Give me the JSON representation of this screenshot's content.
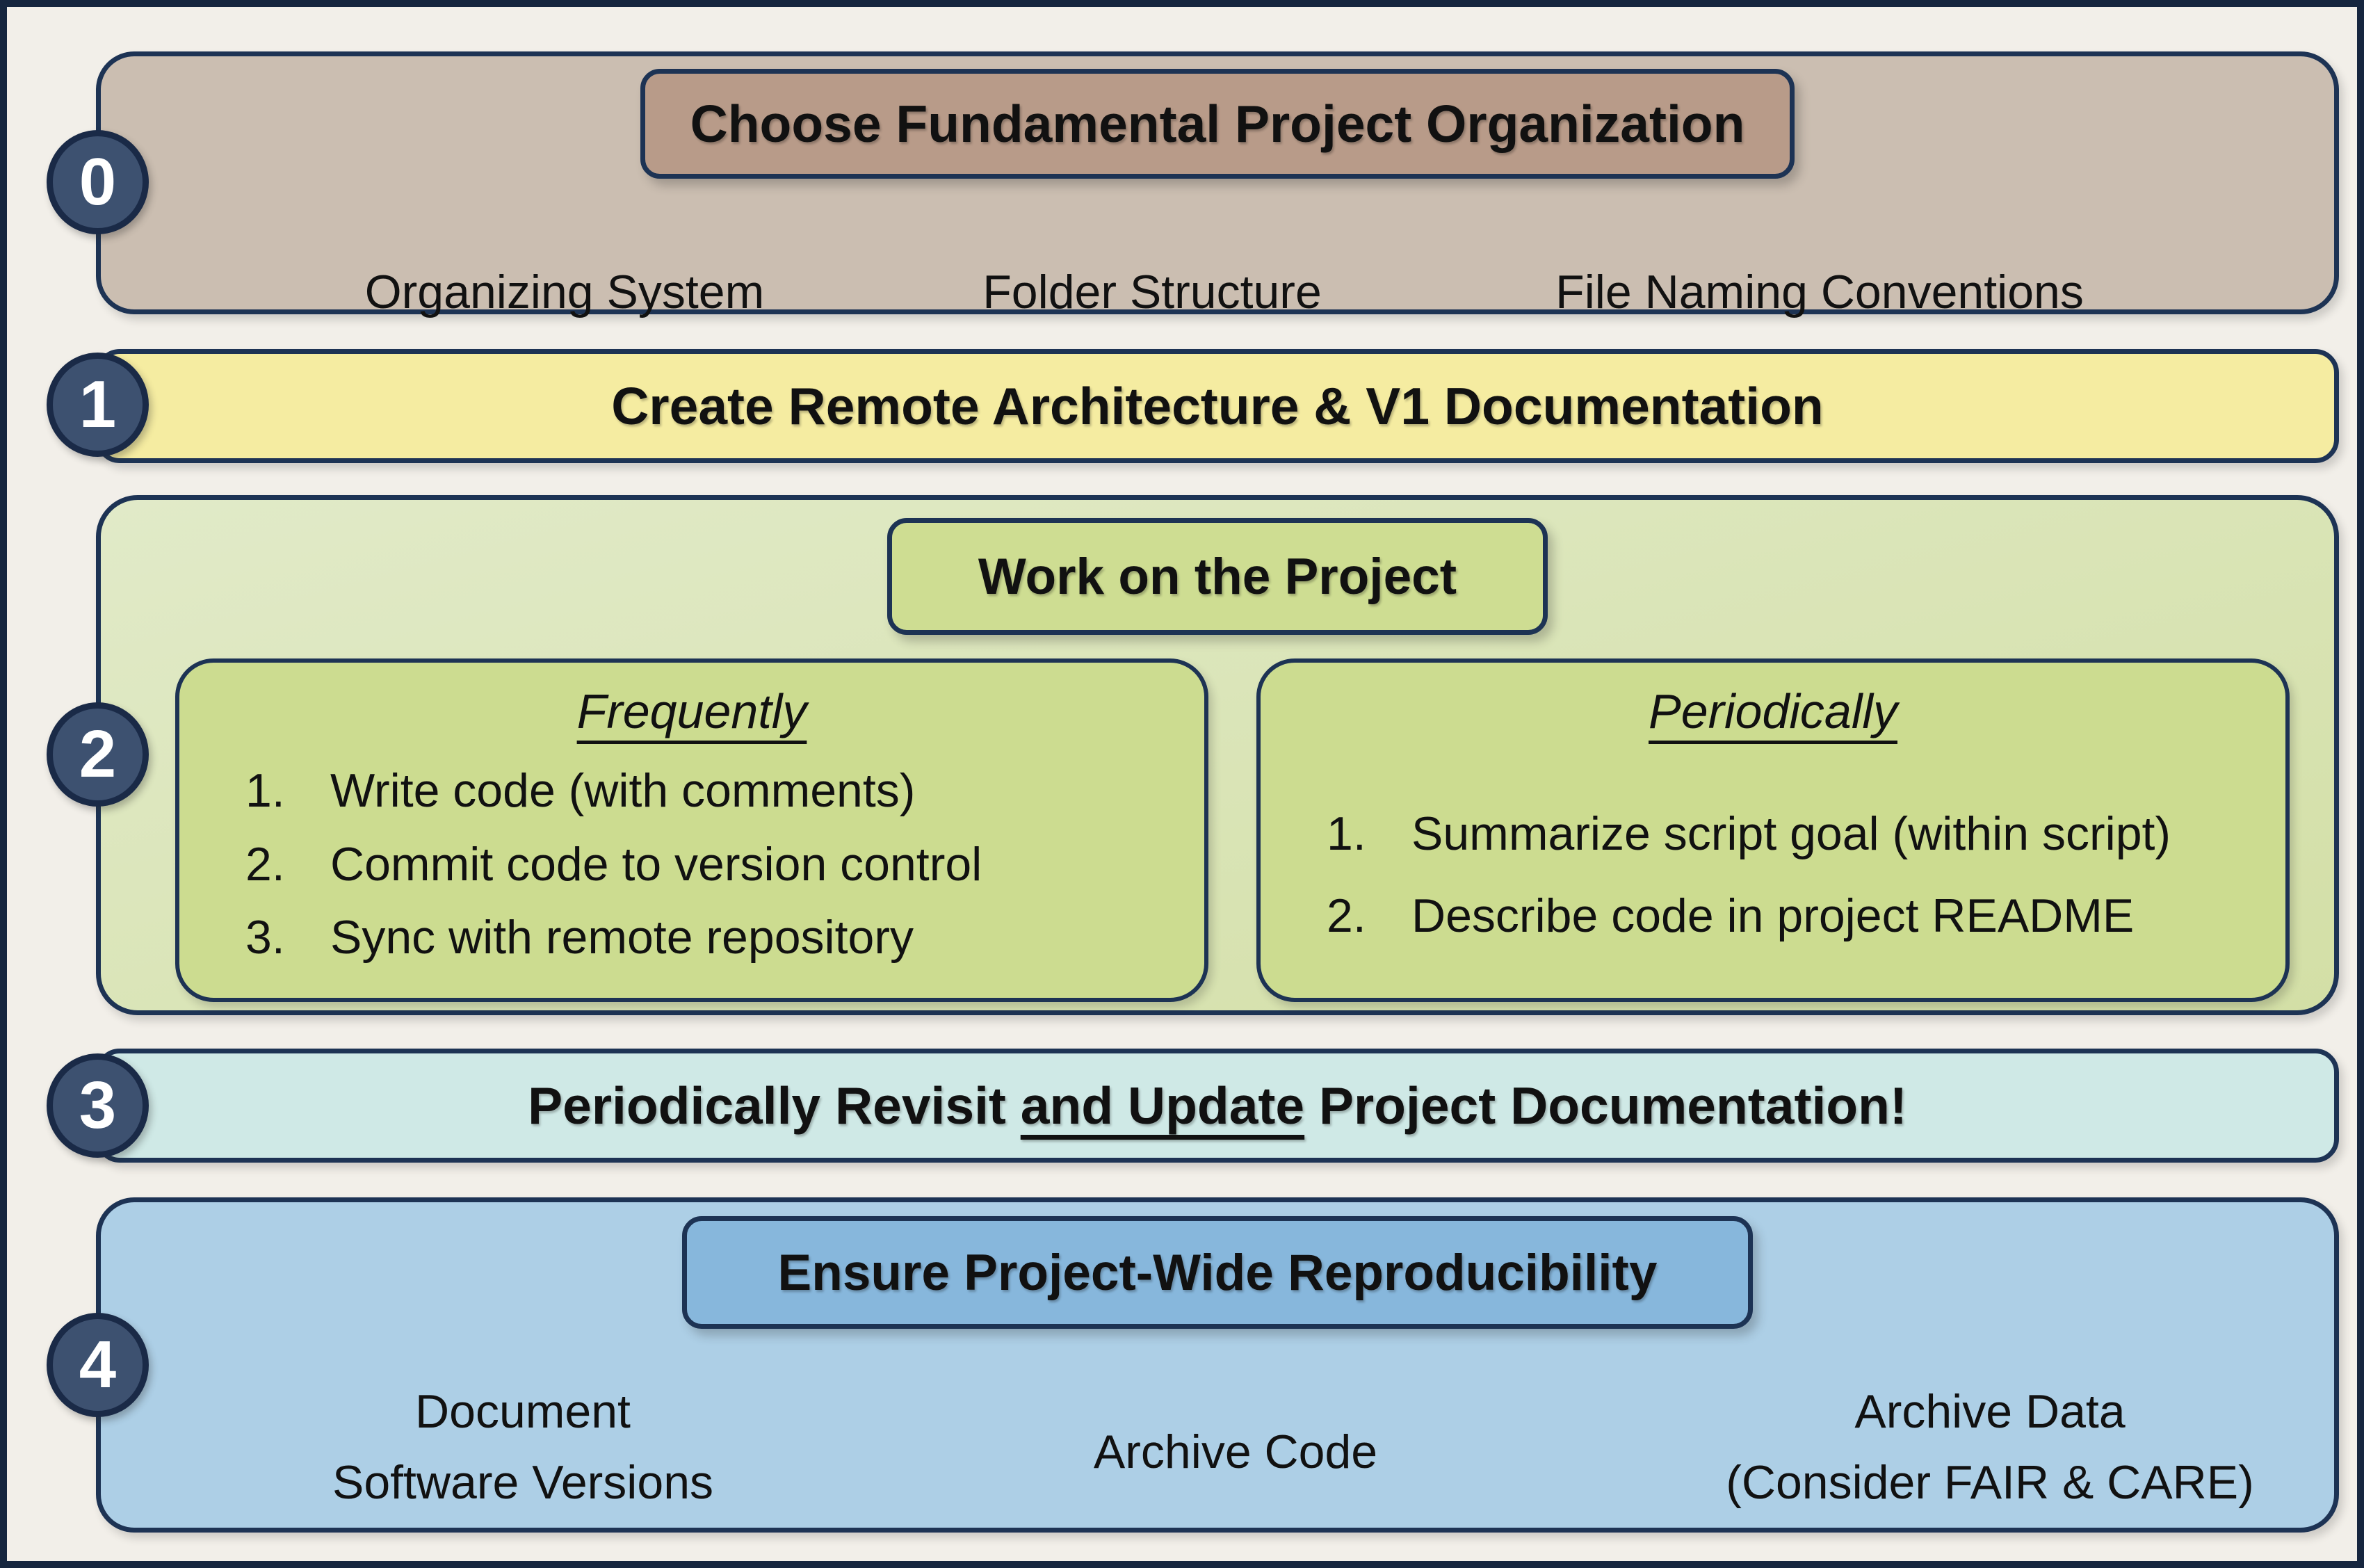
{
  "palette": {
    "page_bg": "#f2efe9",
    "frame": "#16263f",
    "navy": "#1d3354",
    "circle_fill": "#3d5170",
    "circle_border": "#1a2a47",
    "circle_text": "#ffffff",
    "step0_bg": "#cbbeb1",
    "step0_header_bg": "#b89b89",
    "step1_bg": "#f5eca1",
    "step2_bg_top": "#e1eac8",
    "step2_bg_bottom": "#d3dfa6",
    "step2_panel_bg": "#ccdc90",
    "step2_header_bg": "#cedd92",
    "step3_bg": "#cfe9e6",
    "step4_bg": "#adcfe6",
    "step4_header_bg": "#87b7dc"
  },
  "steps": {
    "step0": {
      "number": "0",
      "title": "Choose Fundamental Project Organization",
      "items": [
        "Organizing System",
        "Folder Structure",
        "File Naming Conventions"
      ]
    },
    "step1": {
      "number": "1",
      "title": "Create Remote Architecture & V1 Documentation"
    },
    "step2": {
      "number": "2",
      "title": "Work on the Project",
      "frequently": {
        "heading": "Frequently",
        "items": [
          "Write code (with comments)",
          "Commit code to version control",
          "Sync with remote repository"
        ]
      },
      "periodically": {
        "heading": "Periodically",
        "items": [
          "Summarize script goal (within script)",
          "Describe code in project README"
        ]
      }
    },
    "step3": {
      "number": "3",
      "title_before": "Periodically Revisit ",
      "title_underlined": "and Update",
      "title_after": " Project Documentation!"
    },
    "step4": {
      "number": "4",
      "title": "Ensure Project-Wide Reproducibility",
      "items": [
        {
          "line1": "Document",
          "line2": "Software Versions"
        },
        {
          "line1": "Archive Code",
          "line2": ""
        },
        {
          "line1": "Archive Data",
          "line2": "(Consider FAIR & CARE)"
        }
      ]
    }
  }
}
